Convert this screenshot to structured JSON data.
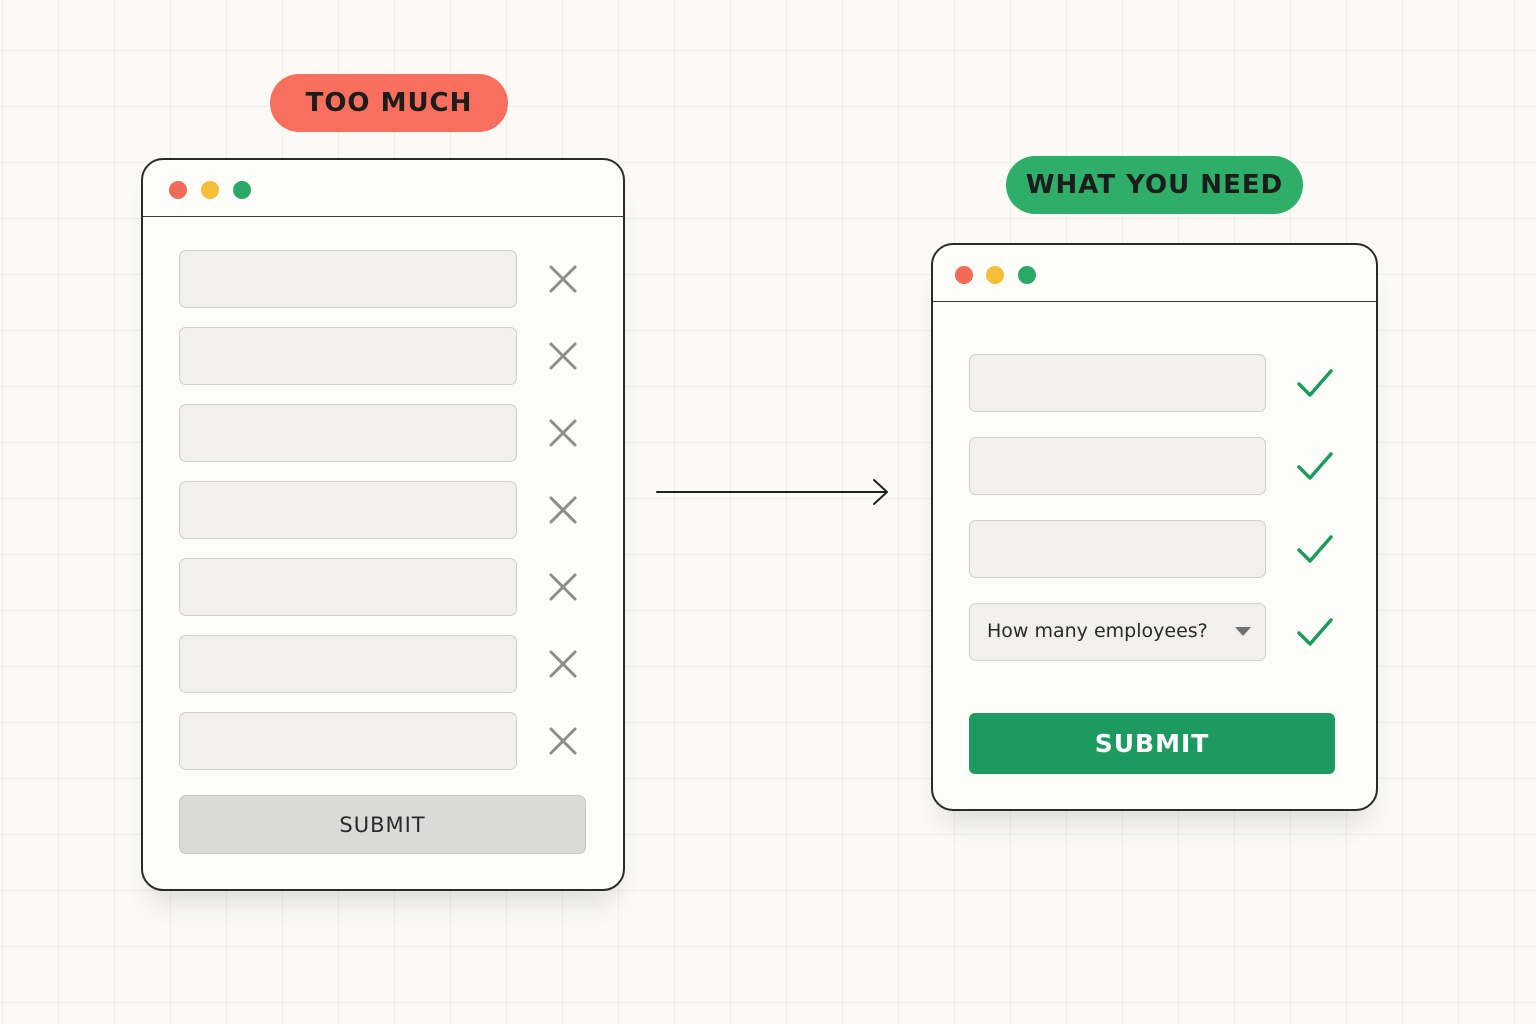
{
  "labels": {
    "too_much": "TOO MUCH",
    "what_you_need": "WHAT YOU NEED"
  },
  "left_form": {
    "field_count": 7,
    "field_status_icon": "x-icon",
    "submit_label": "SUBMIT"
  },
  "right_form": {
    "field_count": 3,
    "field_status_icon": "check-icon",
    "select": {
      "selected": "How many employees?",
      "icon": "chevron-down-icon"
    },
    "submit_label": "SUBMIT"
  },
  "colors": {
    "too_much_pill": "#f96f5d",
    "what_you_need_pill": "#2fae6a",
    "submit_green": "#1d9a60",
    "submit_gray": "#dadad8",
    "check_green": "#1f9a5e",
    "x_gray": "#8d8d8a",
    "dot_red": "#f26a58",
    "dot_yellow": "#f4be38",
    "dot_green": "#2ba866"
  }
}
